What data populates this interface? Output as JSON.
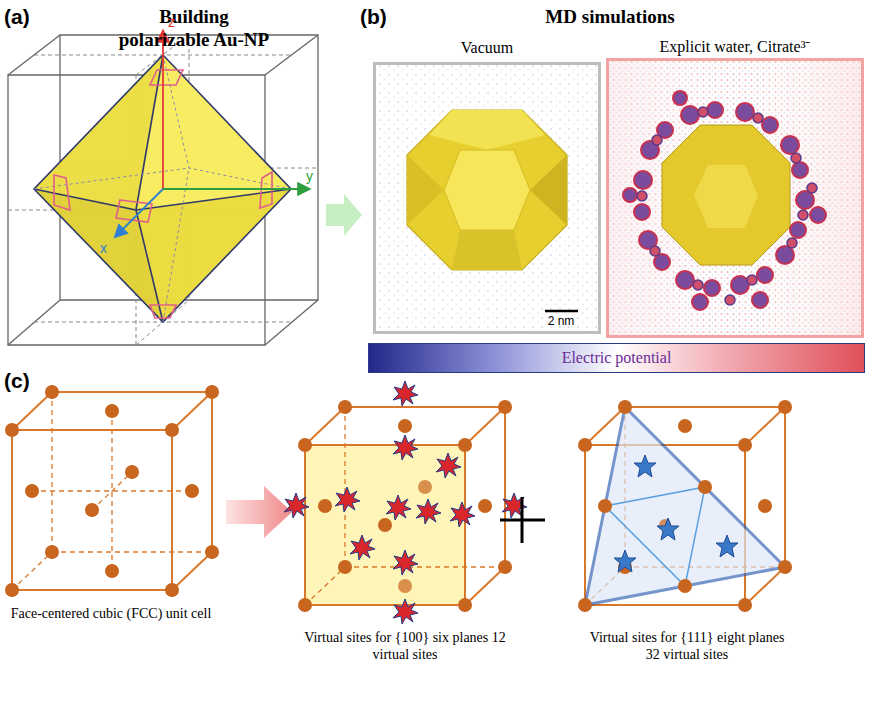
{
  "diagram": {
    "nodes": [
      {
        "text": [
          "Vacuum"
        ]
      },
      {
        "text": [
          "Explicit water, Citrate³⁻"
        ]
      },
      {
        "text": [
          "Electric potential"
        ]
      }
    ],
    "edges": [],
    "labels": [
      "(a)",
      "Building polarizable Au-NP",
      "z",
      "y",
      "x",
      "(b)",
      "MD simulations",
      "2 nm",
      "(c)",
      "Face-centered cubic (FCC) unit cell",
      "Virtual sites for {100} six planes 12 virtual sites",
      "Virtual sites for {111} eight planes 32 virtual sites"
    ]
  }
}
